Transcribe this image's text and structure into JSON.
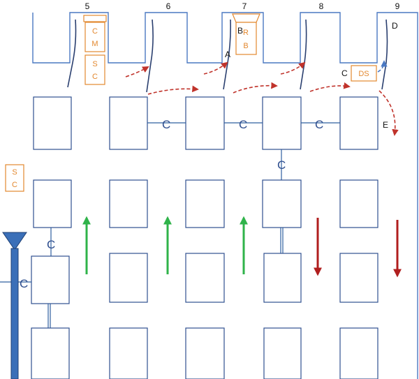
{
  "bay_numbers": [
    "5",
    "6",
    "7",
    "8",
    "9"
  ],
  "point_labels": {
    "a": "A",
    "b": "B",
    "c": "C",
    "d": "D",
    "e": "E"
  },
  "boxes": {
    "cm": [
      "C",
      "M"
    ],
    "sc_top": [
      "S",
      "C"
    ],
    "rb": [
      "R",
      "B"
    ],
    "ds": "DS",
    "sc_left": [
      "S",
      "C"
    ]
  },
  "connector_label": "C",
  "colors": {
    "structure": "#2f4f8f",
    "wall": "#4a78c2",
    "orange": "#e3882f",
    "dashed_arrow": "#c0332b",
    "up_arrow": "#2fb34a",
    "down_arrow": "#b01e1e",
    "pole": "#3a6fb8"
  }
}
